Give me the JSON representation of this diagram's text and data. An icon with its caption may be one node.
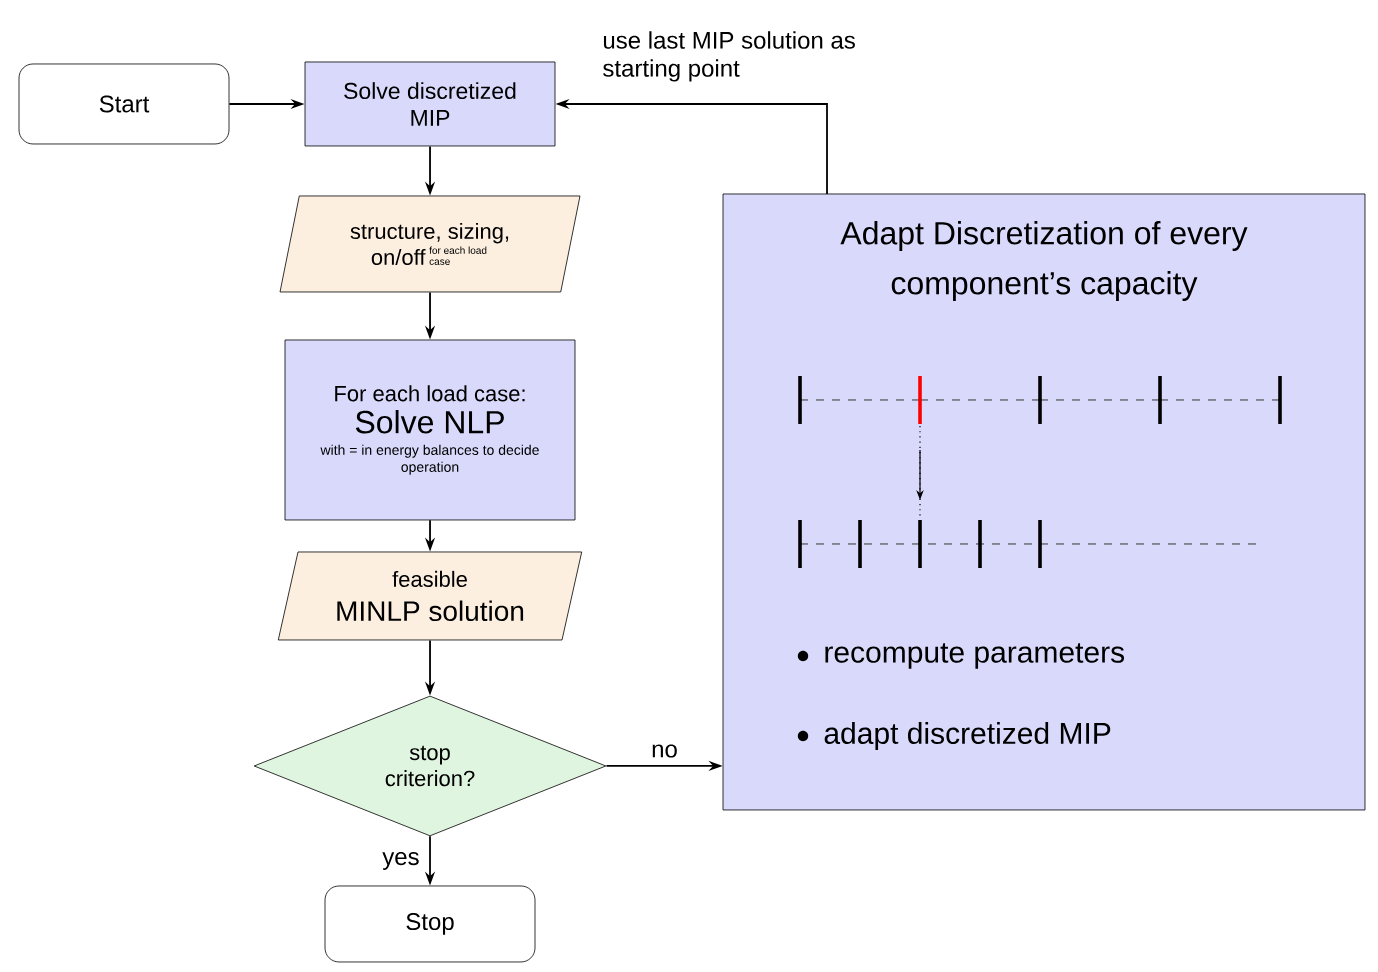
{
  "diagram": {
    "nodes": [
      {
        "text": [
          "Start"
        ]
      },
      {
        "text": [
          "Solve discretized MIP"
        ]
      },
      {
        "text": [
          "structure, sizing, on/off",
          "for each load case"
        ]
      },
      {
        "text": [
          "For each load case:",
          "Solve NLP",
          "with = in energy balances to decide operation"
        ]
      },
      {
        "text": [
          "feasible",
          "MINLP solution"
        ]
      },
      {
        "text": [
          "stop criterion?"
        ]
      },
      {
        "text": [
          "Stop"
        ]
      },
      {
        "text": [
          "Adapt Discretization of every component’s capacity",
          "recompute parameters",
          "adapt discretized MIP"
        ]
      }
    ],
    "edges": [
      {
        "from": 0,
        "to": 1,
        "arrow": "to"
      },
      {
        "from": 1,
        "to": 2,
        "arrow": "to"
      },
      {
        "from": 2,
        "to": 3,
        "arrow": "to"
      },
      {
        "from": 3,
        "to": 4,
        "arrow": "to"
      },
      {
        "from": 4,
        "to": 5,
        "arrow": "to"
      },
      {
        "from": 5,
        "to": 6,
        "arrow": "to",
        "label": "yes"
      },
      {
        "from": 5,
        "to": 7,
        "arrow": "to",
        "label": "no"
      },
      {
        "from": 7,
        "to": 1,
        "arrow": "to",
        "label": "use last MIP solution as starting point"
      }
    ]
  }
}
